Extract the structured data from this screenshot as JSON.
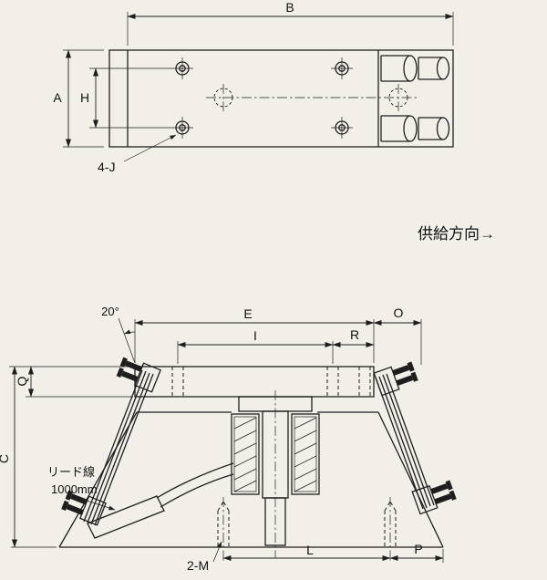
{
  "colors": {
    "background": "#f2efe8",
    "ink": "#1e1e1e"
  },
  "top_view": {
    "dim_b": "B",
    "dim_a": "A",
    "dim_h": "H",
    "hole_callout": "4-J"
  },
  "annotations": {
    "supply_direction": "供給方向→"
  },
  "side_view": {
    "dim_e": "E",
    "dim_i": "I",
    "dim_r": "R",
    "dim_o": "O",
    "dim_q": "Q",
    "dim_c": "C",
    "dim_l": "L",
    "dim_p": "P",
    "angle_label": "20°",
    "bolt_callout": "2-M",
    "lead_wire_label": "リード線",
    "lead_wire_length": "1000mm"
  }
}
